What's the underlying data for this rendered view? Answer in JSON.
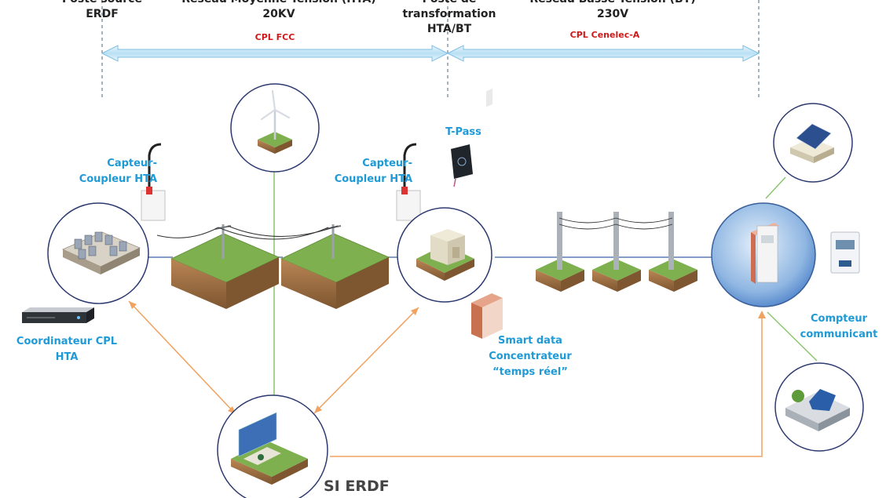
{
  "header": {
    "poste_source": [
      "Poste source",
      "ERDF"
    ],
    "reseau_hta": [
      "Réseau Moyenne Tension (HTA)",
      "20KV"
    ],
    "poste_transformation": [
      "Poste de",
      "transformation",
      "HTA/BT"
    ],
    "reseau_bt": [
      "Réseau Basse Tension (BT)",
      "230V"
    ],
    "cpl_fcc": "CPL FCC",
    "cpl_cenelec": "CPL Cenelec-A"
  },
  "labels": {
    "capteur_left": [
      "Capteur-",
      "Coupleur HTA"
    ],
    "capteur_right": [
      "Capteur-",
      "Coupleur HTA"
    ],
    "tpass": "T-Pass",
    "coordinateur": [
      "Coordinateur CPL",
      "HTA"
    ],
    "smart_data": [
      "Smart data",
      "Concentrateur",
      "“temps réel”"
    ],
    "compteur": [
      "Compteur",
      "communicant"
    ],
    "si_erdf": "SI  ERDF"
  },
  "colors": {
    "label_blue": "#1e9ad6",
    "label_red": "#d01818",
    "arrow_blue": "#bfe3f5",
    "connector_orange": "#f0a25e",
    "connector_green": "#8cc56e",
    "grass": "#7fb04f",
    "soil": "#a0724a"
  }
}
